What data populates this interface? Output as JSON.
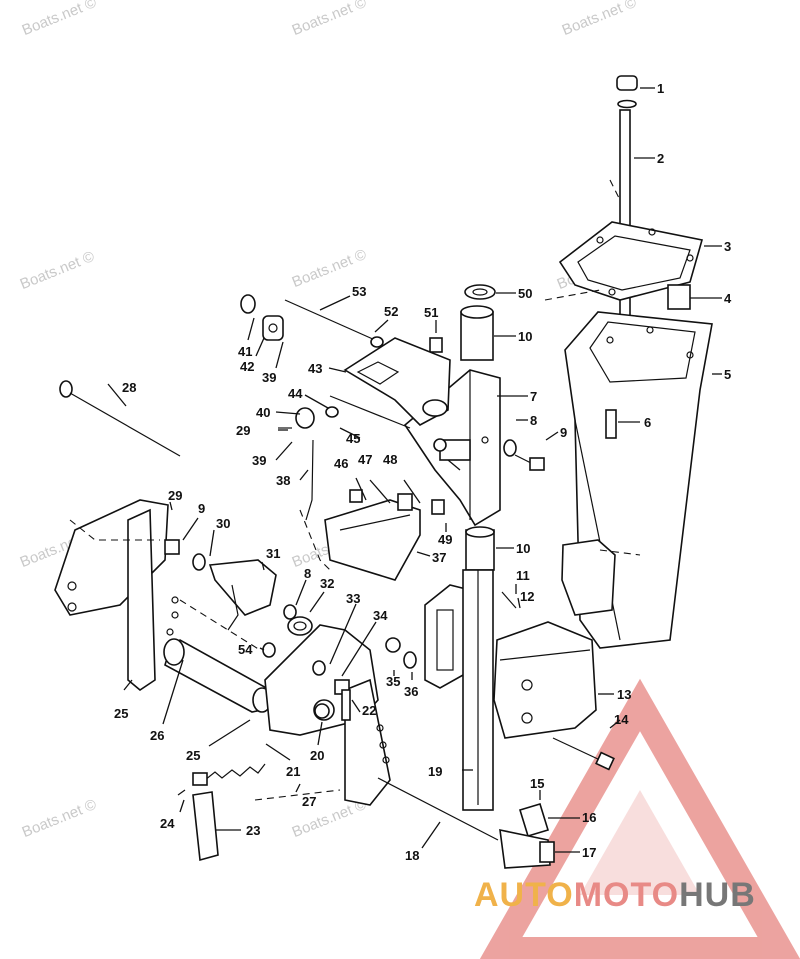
{
  "watermark": "Boats.net ©",
  "brand": {
    "part1": "AUTO",
    "part2": "MOTO",
    "part3": "HUB",
    "colors": {
      "auto": "#f0b24a",
      "moto": "#e88a86",
      "hub": "#777777",
      "triangle": "#e9938f"
    }
  },
  "callouts": [
    "1",
    "2",
    "3",
    "4",
    "5",
    "6",
    "7",
    "8",
    "9",
    "10",
    "11",
    "12",
    "13",
    "14",
    "15",
    "16",
    "17",
    "18",
    "19",
    "20",
    "21",
    "22",
    "23",
    "24",
    "25",
    "26",
    "27",
    "28",
    "29",
    "30",
    "31",
    "32",
    "33",
    "34",
    "35",
    "36",
    "37",
    "38",
    "39",
    "40",
    "41",
    "42",
    "43",
    "44",
    "45",
    "46",
    "47",
    "48",
    "49",
    "50",
    "51",
    "52",
    "53",
    "54"
  ],
  "repeated_callouts": {
    "8": "8",
    "9": "9",
    "10": "10",
    "25": "25",
    "29": "29",
    "39": "39"
  }
}
